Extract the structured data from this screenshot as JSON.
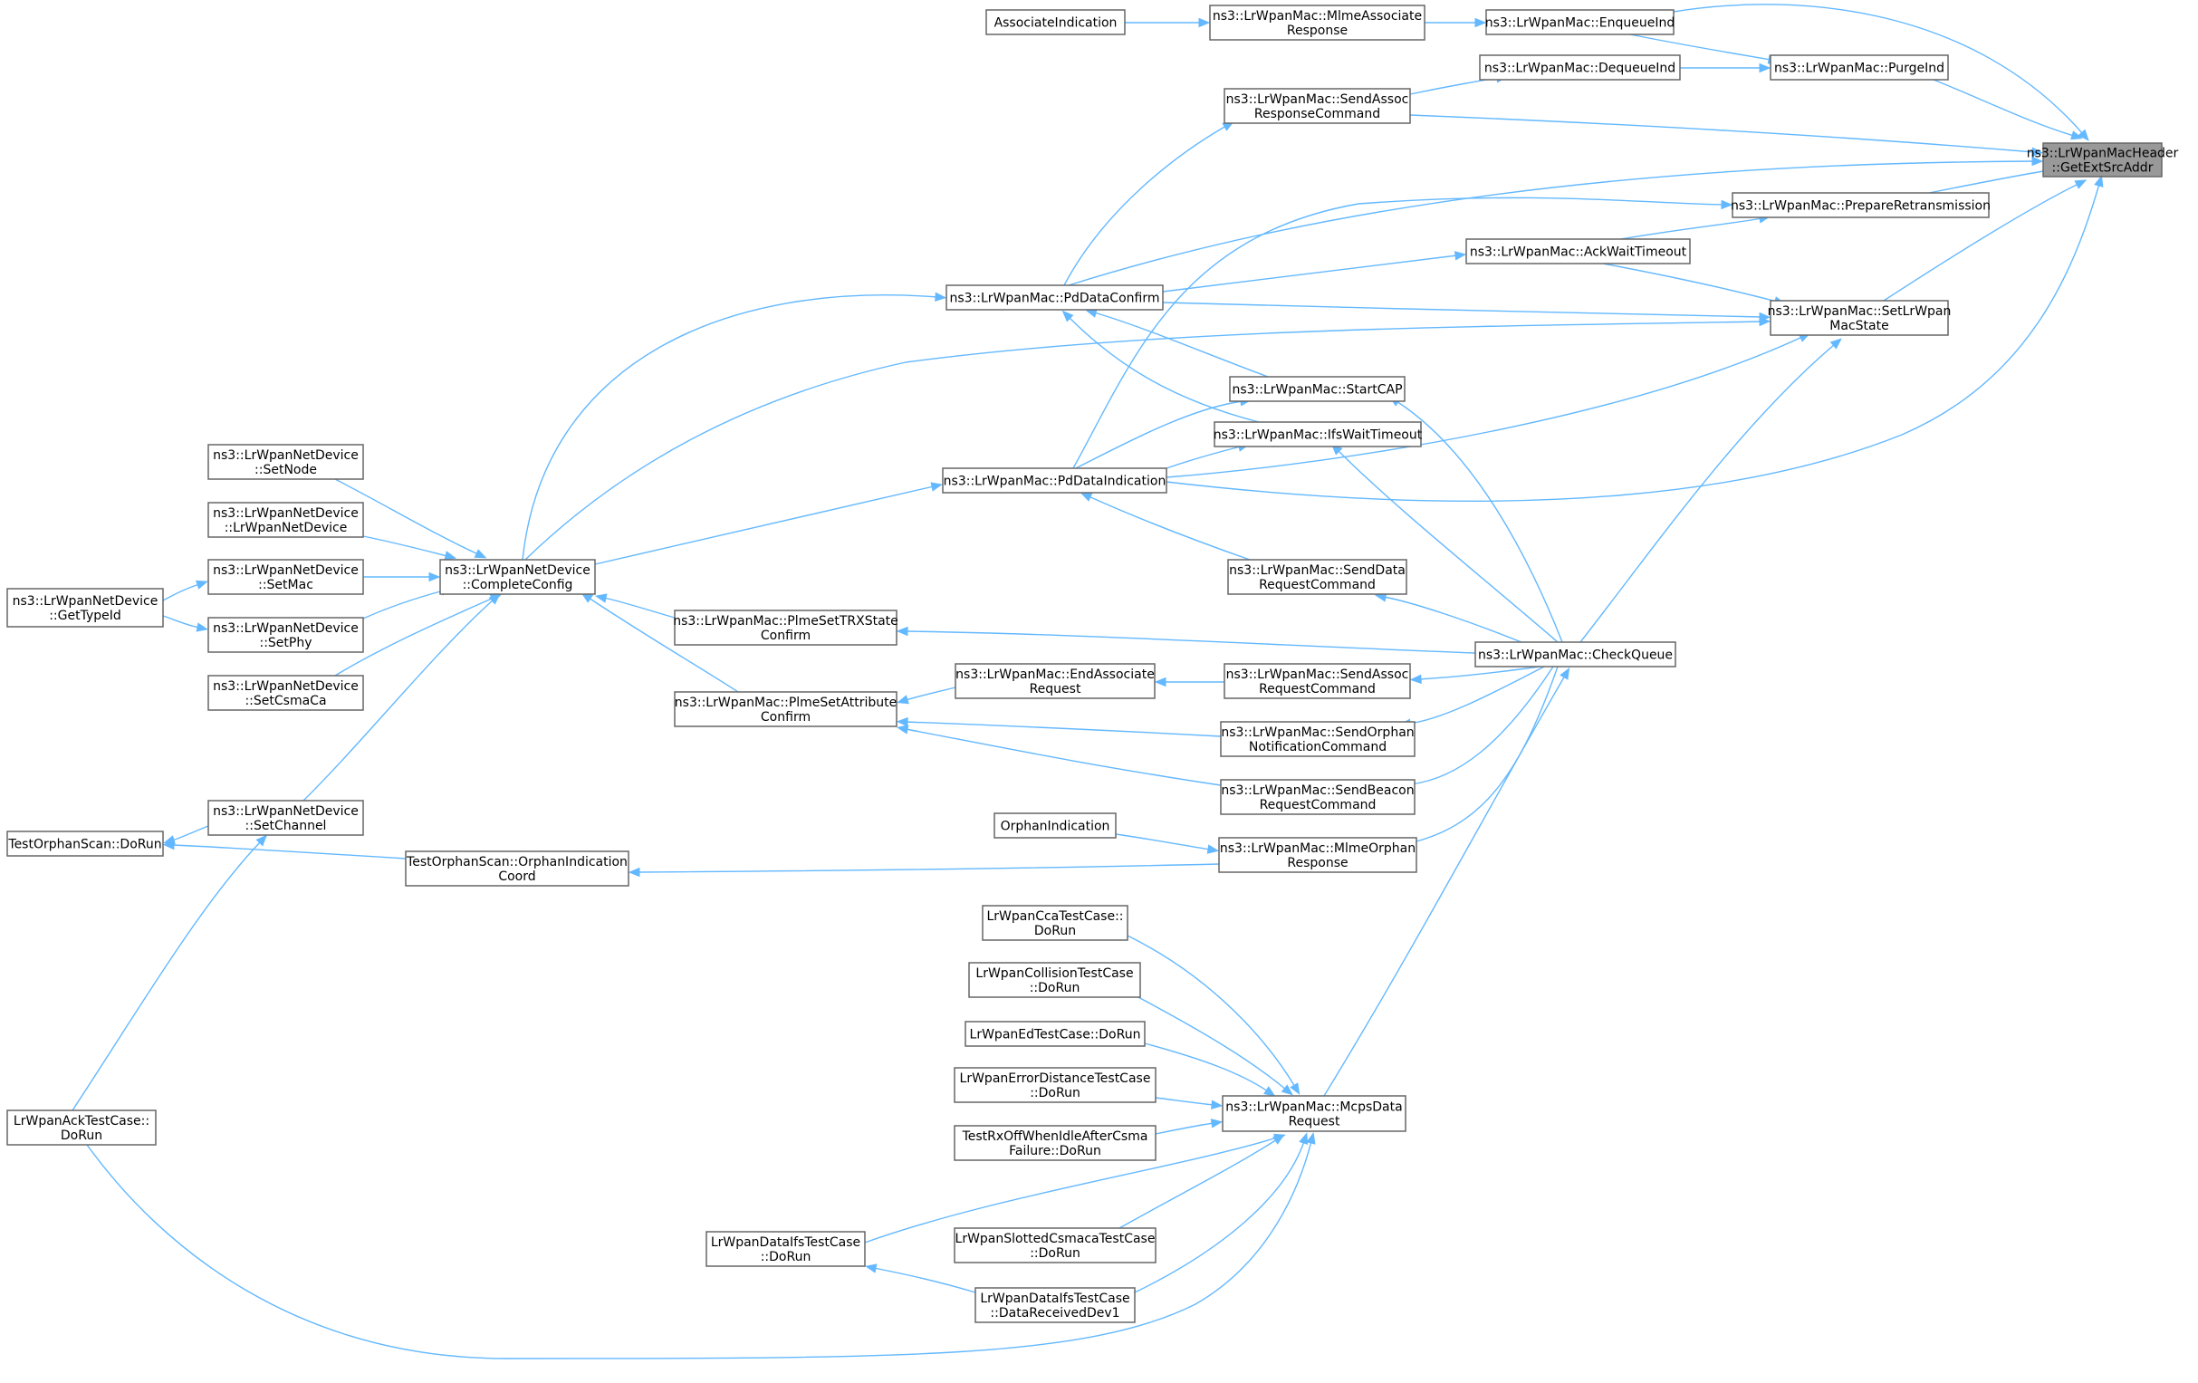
{
  "diagram": {
    "root": "getextsrcaddr",
    "nodes": [
      {
        "id": "getextsrcaddr",
        "lines": [
          "ns3::LrWpanMacHeader",
          "::GetExtSrcAddr"
        ]
      },
      {
        "id": "assocInd",
        "lines": [
          "AssociateIndication"
        ]
      },
      {
        "id": "mlmeAssocResp",
        "lines": [
          "ns3::LrWpanMac::MlmeAssociate",
          "Response"
        ]
      },
      {
        "id": "enqueueInd",
        "lines": [
          "ns3::LrWpanMac::EnqueueInd"
        ]
      },
      {
        "id": "dequeueInd",
        "lines": [
          "ns3::LrWpanMac::DequeueInd"
        ]
      },
      {
        "id": "purgeInd",
        "lines": [
          "ns3::LrWpanMac::PurgeInd"
        ]
      },
      {
        "id": "sendAssocResp",
        "lines": [
          "ns3::LrWpanMac::SendAssoc",
          "ResponseCommand"
        ]
      },
      {
        "id": "prepRetrans",
        "lines": [
          "ns3::LrWpanMac::PrepareRetransmission"
        ]
      },
      {
        "id": "ackWait",
        "lines": [
          "ns3::LrWpanMac::AckWaitTimeout"
        ]
      },
      {
        "id": "pdDataConfirm",
        "lines": [
          "ns3::LrWpanMac::PdDataConfirm"
        ]
      },
      {
        "id": "setMacState",
        "lines": [
          "ns3::LrWpanMac::SetLrWpan",
          "MacState"
        ]
      },
      {
        "id": "startCap",
        "lines": [
          "ns3::LrWpanMac::StartCAP"
        ]
      },
      {
        "id": "ifsWait",
        "lines": [
          "ns3::LrWpanMac::IfsWaitTimeout"
        ]
      },
      {
        "id": "pdDataInd",
        "lines": [
          "ns3::LrWpanMac::PdDataIndication"
        ]
      },
      {
        "id": "ndSetNode",
        "lines": [
          "ns3::LrWpanNetDevice",
          "::SetNode"
        ]
      },
      {
        "id": "ndCtor",
        "lines": [
          "ns3::LrWpanNetDevice",
          "::LrWpanNetDevice"
        ]
      },
      {
        "id": "ndSetMac",
        "lines": [
          "ns3::LrWpanNetDevice",
          "::SetMac"
        ]
      },
      {
        "id": "ndGetTypeId",
        "lines": [
          "ns3::LrWpanNetDevice",
          "::GetTypeId"
        ]
      },
      {
        "id": "ndSetPhy",
        "lines": [
          "ns3::LrWpanNetDevice",
          "::SetPhy"
        ]
      },
      {
        "id": "ndSetCsma",
        "lines": [
          "ns3::LrWpanNetDevice",
          "::SetCsmaCa"
        ]
      },
      {
        "id": "completeConfig",
        "lines": [
          "ns3::LrWpanNetDevice",
          "::CompleteConfig"
        ]
      },
      {
        "id": "sendDataReq",
        "lines": [
          "ns3::LrWpanMac::SendData",
          "RequestCommand"
        ]
      },
      {
        "id": "plmeTrx",
        "lines": [
          "ns3::LrWpanMac::PlmeSetTRXState",
          "Confirm"
        ]
      },
      {
        "id": "checkQueue",
        "lines": [
          "ns3::LrWpanMac::CheckQueue"
        ]
      },
      {
        "id": "endAssoc",
        "lines": [
          "ns3::LrWpanMac::EndAssociate",
          "Request"
        ]
      },
      {
        "id": "sendAssocReq",
        "lines": [
          "ns3::LrWpanMac::SendAssoc",
          "RequestCommand"
        ]
      },
      {
        "id": "plmeAttr",
        "lines": [
          "ns3::LrWpanMac::PlmeSetAttribute",
          "Confirm"
        ]
      },
      {
        "id": "sendOrphan",
        "lines": [
          "ns3::LrWpanMac::SendOrphan",
          "NotificationCommand"
        ]
      },
      {
        "id": "sendBeaconReq",
        "lines": [
          "ns3::LrWpanMac::SendBeacon",
          "RequestCommand"
        ]
      },
      {
        "id": "ndSetChannel",
        "lines": [
          "ns3::LrWpanNetDevice",
          "::SetChannel"
        ]
      },
      {
        "id": "orphanInd",
        "lines": [
          "OrphanIndication"
        ]
      },
      {
        "id": "testOrphanDoRun",
        "lines": [
          "TestOrphanScan::DoRun"
        ]
      },
      {
        "id": "mlmeOrphanResp",
        "lines": [
          "ns3::LrWpanMac::MlmeOrphan",
          "Response"
        ]
      },
      {
        "id": "testOrphanCoord",
        "lines": [
          "TestOrphanScan::OrphanIndication",
          "Coord"
        ]
      },
      {
        "id": "ccaDoRun",
        "lines": [
          "LrWpanCcaTestCase::",
          "DoRun"
        ]
      },
      {
        "id": "collisionDoRun",
        "lines": [
          "LrWpanCollisionTestCase",
          "::DoRun"
        ]
      },
      {
        "id": "edDoRun",
        "lines": [
          "LrWpanEdTestCase::DoRun"
        ]
      },
      {
        "id": "errDistDoRun",
        "lines": [
          "LrWpanErrorDistanceTestCase",
          "::DoRun"
        ]
      },
      {
        "id": "mcpsDataReq",
        "lines": [
          "ns3::LrWpanMac::McpsData",
          "Request"
        ]
      },
      {
        "id": "ackTestDoRun",
        "lines": [
          "LrWpanAckTestCase::",
          "DoRun"
        ]
      },
      {
        "id": "rxOffDoRun",
        "lines": [
          "TestRxOffWhenIdleAfterCsma",
          "Failure::DoRun"
        ]
      },
      {
        "id": "dataIfsDoRun",
        "lines": [
          "LrWpanDataIfsTestCase",
          "::DoRun"
        ]
      },
      {
        "id": "slottedDoRun",
        "lines": [
          "LrWpanSlottedCsmacaTestCase",
          "::DoRun"
        ]
      },
      {
        "id": "dataIfsRecv",
        "lines": [
          "LrWpanDataIfsTestCase",
          "::DataReceivedDev1"
        ]
      }
    ],
    "edges": [
      [
        "enqueueInd",
        "getextsrcaddr"
      ],
      [
        "purgeInd",
        "getextsrcaddr"
      ],
      [
        "sendAssocResp",
        "getextsrcaddr"
      ],
      [
        "pdDataConfirm",
        "getextsrcaddr"
      ],
      [
        "prepRetrans",
        "getextsrcaddr"
      ],
      [
        "setMacState",
        "getextsrcaddr"
      ],
      [
        "pdDataInd",
        "getextsrcaddr"
      ],
      [
        "assocInd",
        "mlmeAssocResp"
      ],
      [
        "mlmeAssocResp",
        "enqueueInd"
      ],
      [
        "enqueueInd",
        "purgeInd"
      ],
      [
        "dequeueInd",
        "purgeInd"
      ],
      [
        "sendAssocResp",
        "dequeueInd"
      ],
      [
        "pdDataConfirm",
        "sendAssocResp"
      ],
      [
        "pdDataInd",
        "prepRetrans"
      ],
      [
        "ackWait",
        "prepRetrans"
      ],
      [
        "pdDataConfirm",
        "ackWait"
      ],
      [
        "ackWait",
        "setMacState"
      ],
      [
        "pdDataConfirm",
        "setMacState"
      ],
      [
        "completeConfig",
        "setMacState"
      ],
      [
        "pdDataInd",
        "setMacState"
      ],
      [
        "checkQueue",
        "setMacState"
      ],
      [
        "completeConfig",
        "pdDataConfirm"
      ],
      [
        "startCap",
        "pdDataConfirm"
      ],
      [
        "ifsWait",
        "pdDataConfirm"
      ],
      [
        "pdDataInd",
        "startCap"
      ],
      [
        "checkQueue",
        "startCap"
      ],
      [
        "pdDataInd",
        "ifsWait"
      ],
      [
        "checkQueue",
        "ifsWait"
      ],
      [
        "completeConfig",
        "pdDataInd"
      ],
      [
        "sendDataReq",
        "pdDataInd"
      ],
      [
        "checkQueue",
        "sendDataReq"
      ],
      [
        "ndSetNode",
        "completeConfig"
      ],
      [
        "ndCtor",
        "completeConfig"
      ],
      [
        "ndSetMac",
        "completeConfig"
      ],
      [
        "ndSetPhy",
        "completeConfig"
      ],
      [
        "ndSetCsma",
        "completeConfig"
      ],
      [
        "ndSetChannel",
        "completeConfig"
      ],
      [
        "ndGetTypeId",
        "ndSetMac"
      ],
      [
        "ndGetTypeId",
        "ndSetPhy"
      ],
      [
        "plmeTrx",
        "completeConfig"
      ],
      [
        "plmeAttr",
        "completeConfig"
      ],
      [
        "checkQueue",
        "plmeTrx"
      ],
      [
        "endAssoc",
        "plmeAttr"
      ],
      [
        "sendAssocReq",
        "endAssoc"
      ],
      [
        "checkQueue",
        "sendAssocReq"
      ],
      [
        "sendOrphan",
        "plmeAttr"
      ],
      [
        "sendBeaconReq",
        "plmeAttr"
      ],
      [
        "checkQueue",
        "sendOrphan"
      ],
      [
        "checkQueue",
        "sendBeaconReq"
      ],
      [
        "checkQueue",
        "mlmeOrphanResp"
      ],
      [
        "mcpsDataReq",
        "checkQueue"
      ],
      [
        "orphanInd",
        "mlmeOrphanResp"
      ],
      [
        "mlmeOrphanResp",
        "testOrphanCoord"
      ],
      [
        "testOrphanCoord",
        "testOrphanDoRun"
      ],
      [
        "ndSetChannel",
        "testOrphanDoRun"
      ],
      [
        "ackTestDoRun",
        "ndSetChannel"
      ],
      [
        "ccaDoRun",
        "mcpsDataReq"
      ],
      [
        "collisionDoRun",
        "mcpsDataReq"
      ],
      [
        "edDoRun",
        "mcpsDataReq"
      ],
      [
        "errDistDoRun",
        "mcpsDataReq"
      ],
      [
        "rxOffDoRun",
        "mcpsDataReq"
      ],
      [
        "dataIfsDoRun",
        "mcpsDataReq"
      ],
      [
        "slottedDoRun",
        "mcpsDataReq"
      ],
      [
        "dataIfsRecv",
        "mcpsDataReq"
      ],
      [
        "ackTestDoRun",
        "mcpsDataReq"
      ],
      [
        "dataIfsRecv",
        "dataIfsDoRun"
      ]
    ]
  }
}
